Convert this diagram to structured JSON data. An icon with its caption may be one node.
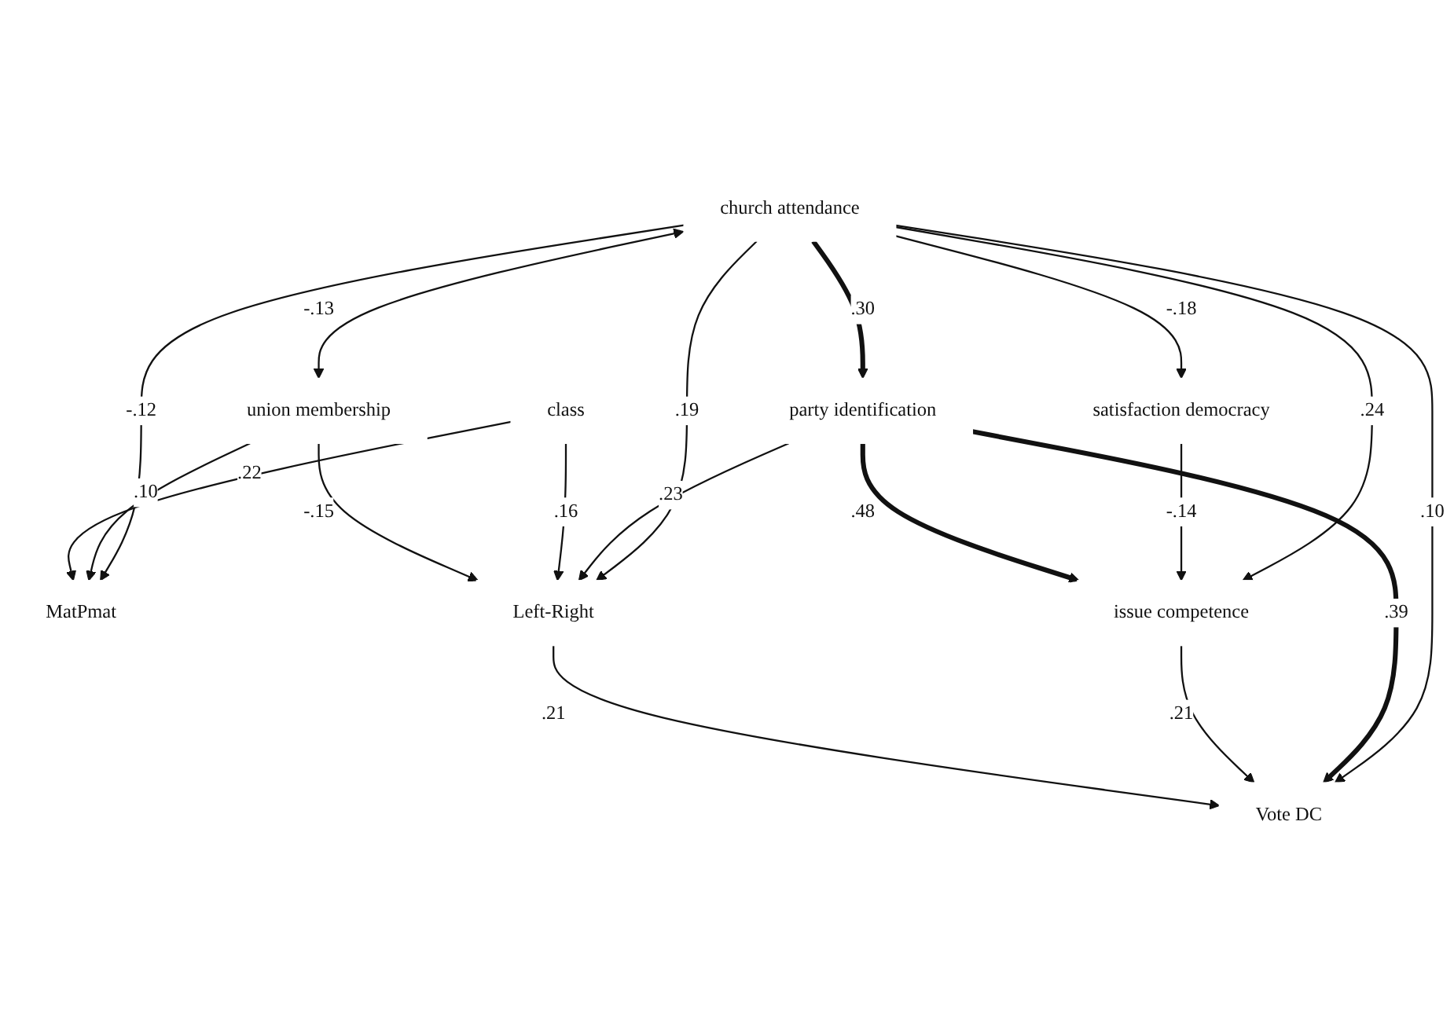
{
  "diagram": {
    "nodes": [
      {
        "text": [
          "church attendance"
        ]
      },
      {
        "text": [
          "Vote DC"
        ]
      },
      {
        "text": [
          "party identification"
        ]
      },
      {
        "text": [
          "satisfaction democracy"
        ]
      },
      {
        "text": [
          "MatPmat"
        ]
      },
      {
        "text": [
          "issue competence"
        ]
      },
      {
        "text": [
          "class"
        ]
      },
      {
        "text": [
          "Left-Right"
        ]
      },
      {
        "text": [
          "union membership"
        ]
      }
    ],
    "edges": [
      {
        "from": 0,
        "to": 1,
        "arrow": "to",
        "label": ".10"
      },
      {
        "from": 0,
        "to": 2,
        "arrow": "to",
        "label": ".30",
        "style": "thick"
      },
      {
        "from": 2,
        "to": 1,
        "arrow": "to",
        "label": ".39",
        "style": "thick"
      },
      {
        "from": 0,
        "to": 3,
        "arrow": "to",
        "label": "-.18"
      },
      {
        "from": 0,
        "to": 4,
        "arrow": "to",
        "label": "-.12"
      },
      {
        "from": 0,
        "to": 8,
        "arrow": "both",
        "label": "-.13"
      },
      {
        "from": 0,
        "to": 5,
        "arrow": "to",
        "label": ".24"
      },
      {
        "from": 0,
        "to": 7,
        "arrow": "to",
        "label": ".19"
      },
      {
        "from": 3,
        "to": 5,
        "arrow": "to",
        "label": "-.14"
      },
      {
        "from": 2,
        "to": 5,
        "arrow": "to",
        "label": ".48",
        "style": "thick"
      },
      {
        "from": 2,
        "to": 7,
        "arrow": "to",
        "label": ".23"
      },
      {
        "from": 5,
        "to": 1,
        "arrow": "to",
        "label": ".21"
      },
      {
        "from": 7,
        "to": 1,
        "arrow": "to",
        "label": ".21"
      },
      {
        "from": 8,
        "to": 4,
        "arrow": "to",
        "label": ".10"
      },
      {
        "from": 6,
        "to": 4,
        "arrow": "to",
        "label": ".22"
      },
      {
        "from": 6,
        "to": 7,
        "arrow": "to",
        "label": ".16"
      },
      {
        "from": 8,
        "to": 7,
        "arrow": "to",
        "label": "-.15"
      }
    ]
  }
}
